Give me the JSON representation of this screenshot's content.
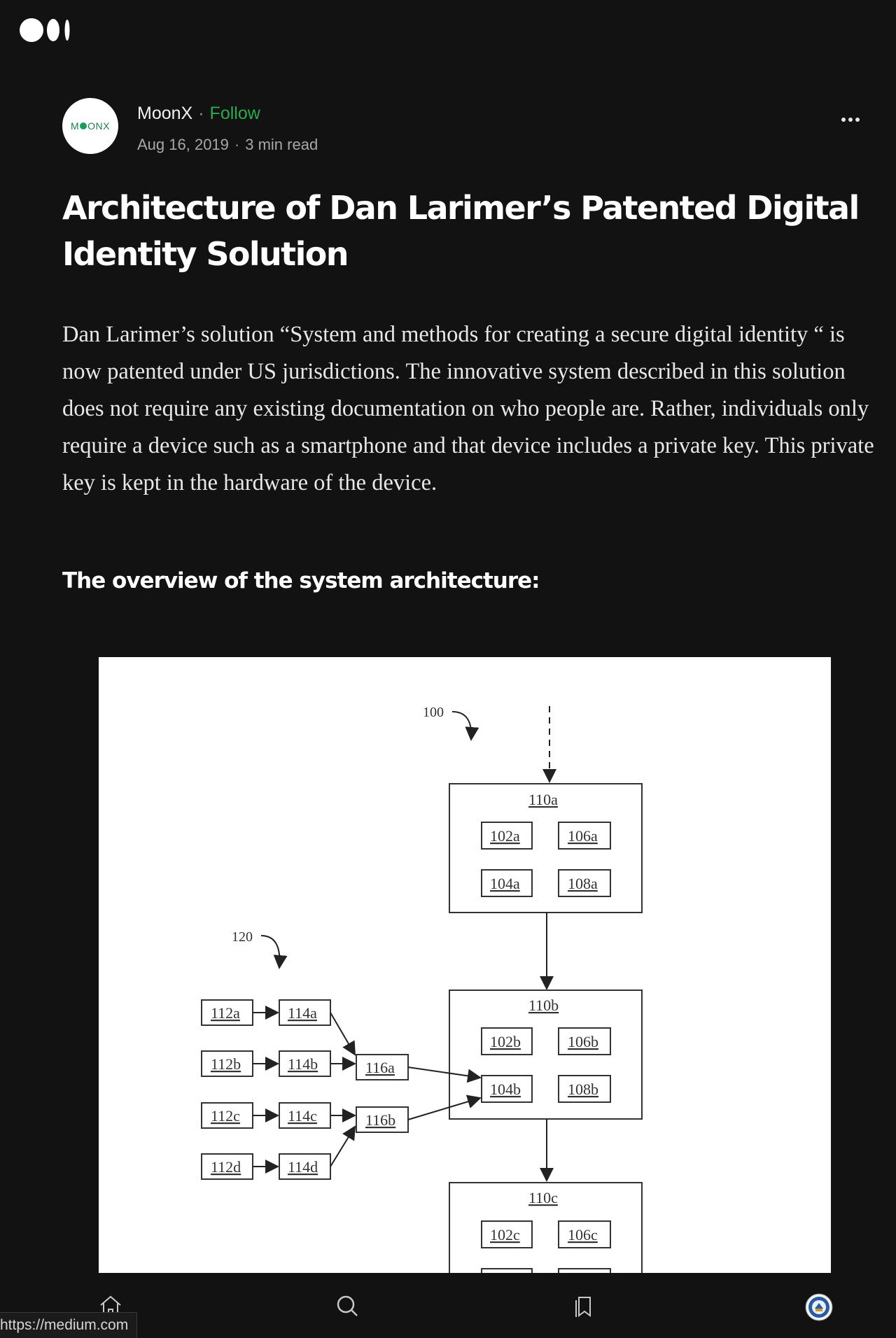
{
  "author": {
    "avatar_text_left": "M",
    "avatar_text_right": "ONX",
    "name": "MoonX",
    "separator": "·",
    "follow_label": "Follow",
    "date": "Aug 16, 2019",
    "read_time": "3 min read"
  },
  "article": {
    "title": "Architecture of Dan Larimer’s Patented Digital Identity Solution",
    "paragraph": "Dan Larimer’s solution “System and methods for creating a secure digital identity “ is now patented under US jurisdictions. The innovative system described in this solution does not require any existing documentation on who people are. Rather, individuals only require a device such as a smartphone and that device includes a private key. This private key is kept in the hardware of the device.",
    "subheading": "The overview of the system architecture:"
  },
  "diagram": {
    "label_100": "100",
    "label_120": "120",
    "node_110a": "110a",
    "node_110b": "110b",
    "node_110c": "110c",
    "box_102a": "102a",
    "box_106a": "106a",
    "box_104a": "104a",
    "box_108a": "108a",
    "box_102b": "102b",
    "box_106b": "106b",
    "box_104b": "104b",
    "box_108b": "108b",
    "box_102c": "102c",
    "box_106c": "106c",
    "box_112a": "112a",
    "box_112b": "112b",
    "box_112c": "112c",
    "box_112d": "112d",
    "box_114a": "114a",
    "box_114b": "114b",
    "box_114c": "114c",
    "box_114d": "114d",
    "box_116a": "116a",
    "box_116b": "116b"
  },
  "status": {
    "url": "https://medium.com"
  },
  "icons": {
    "logo": "medium-logo-icon",
    "more": "more-options-icon",
    "home": "home-icon",
    "search": "search-icon",
    "bookmarks": "bookmarks-icon",
    "profile": "profile-avatar-icon"
  }
}
